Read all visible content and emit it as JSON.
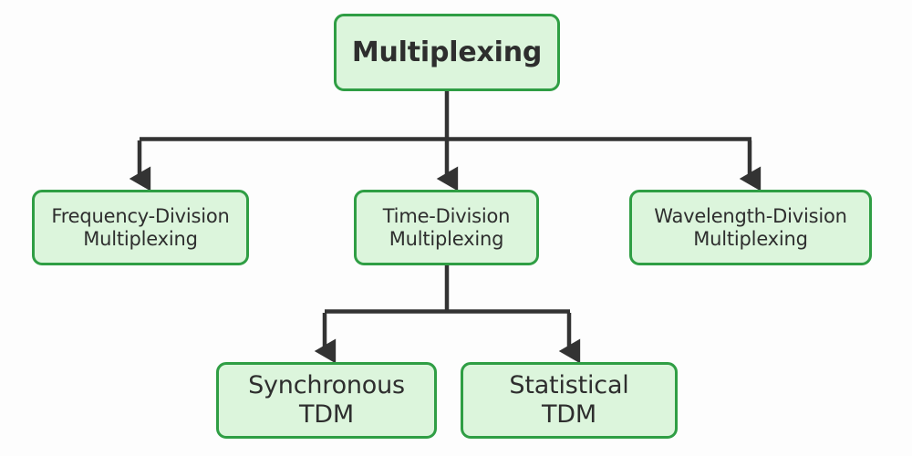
{
  "diagram": {
    "type": "tree",
    "title": "Multiplexing",
    "theme": {
      "page_background": "#fdfdfd",
      "node_fill": "#dcf5dc",
      "node_border": "#2f9e44",
      "node_text": "#2e2e2e",
      "connector": "#333333"
    },
    "levels": [
      {
        "level": 1,
        "nodes": [
          {
            "id": "multiplexing",
            "label": "Multiplexing"
          }
        ]
      },
      {
        "level": 2,
        "nodes": [
          {
            "id": "fdm",
            "label": "Frequency-Division\nMultiplexing",
            "parent": "multiplexing"
          },
          {
            "id": "tdm",
            "label": "Time-Division\nMultiplexing",
            "parent": "multiplexing"
          },
          {
            "id": "wdm",
            "label": "Wavelength-Division\nMultiplexing",
            "parent": "multiplexing"
          }
        ]
      },
      {
        "level": 3,
        "nodes": [
          {
            "id": "sync-tdm",
            "label": "Synchronous\nTDM",
            "parent": "tdm"
          },
          {
            "id": "stat-tdm",
            "label": "Statistical\nTDM",
            "parent": "tdm"
          }
        ]
      }
    ],
    "edges": [
      {
        "from": "multiplexing",
        "to": "fdm"
      },
      {
        "from": "multiplexing",
        "to": "tdm"
      },
      {
        "from": "multiplexing",
        "to": "wdm"
      },
      {
        "from": "tdm",
        "to": "sync-tdm"
      },
      {
        "from": "tdm",
        "to": "stat-tdm"
      }
    ]
  }
}
